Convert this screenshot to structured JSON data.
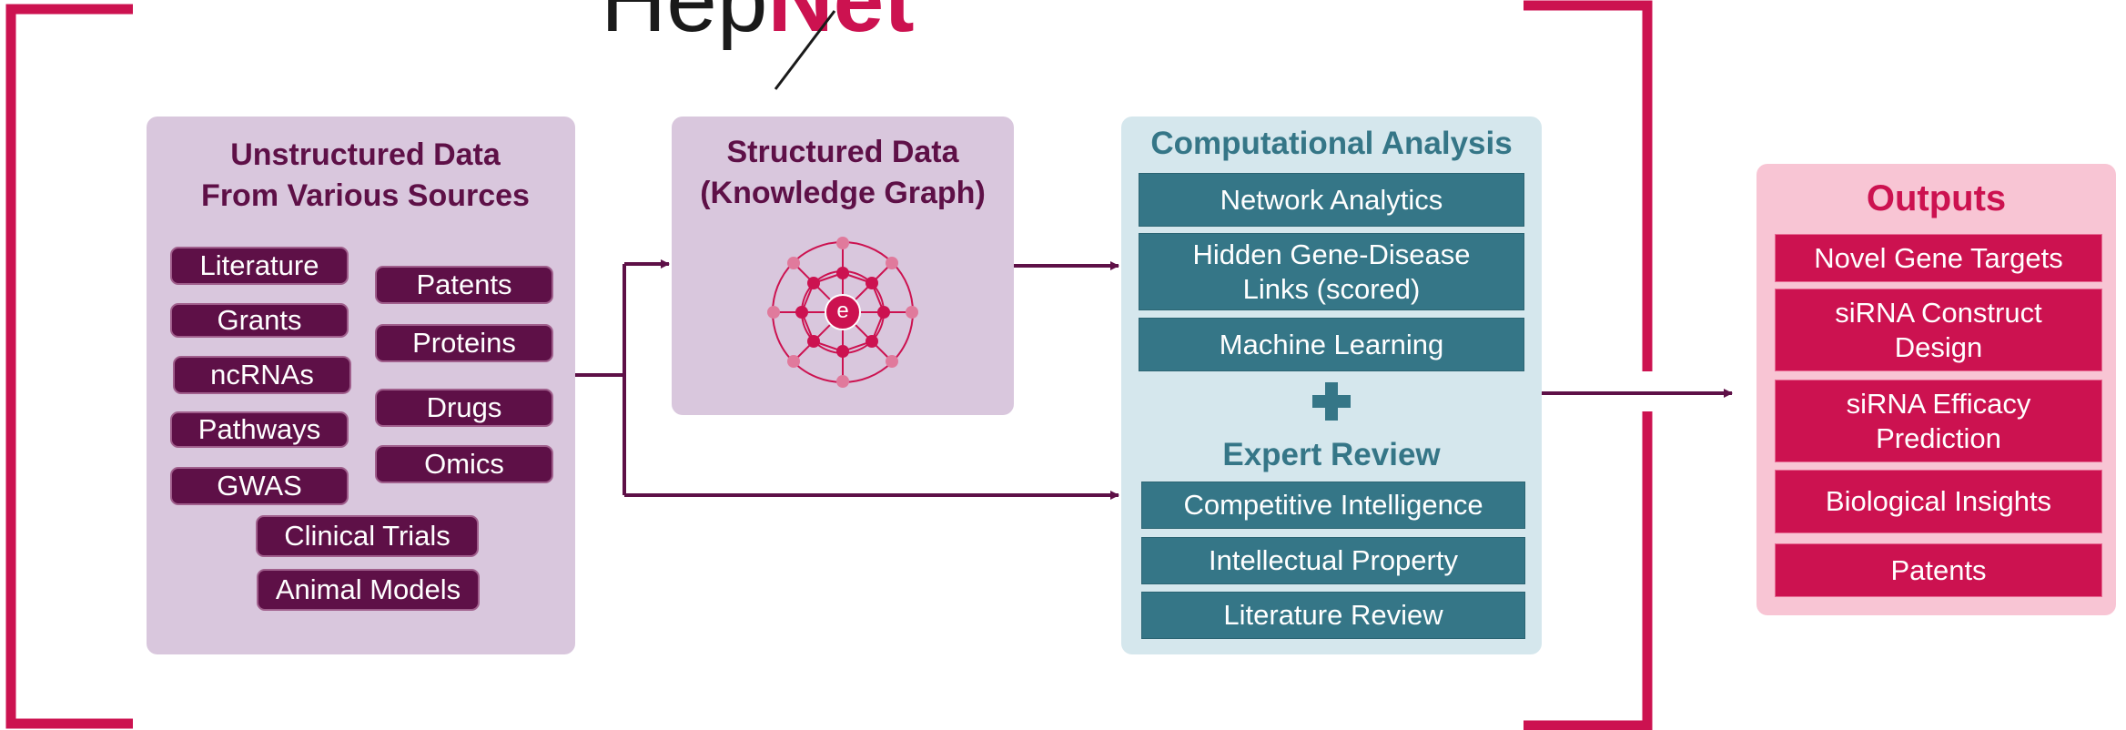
{
  "logo": {
    "part1": "Hep",
    "part2": "Net"
  },
  "unstructured": {
    "title_line1": "Unstructured Data",
    "title_line2": "From Various Sources",
    "items": [
      "Literature",
      "Patents",
      "Grants",
      "Proteins",
      "ncRNAs",
      "Drugs",
      "Pathways",
      "Omics",
      "GWAS",
      "Clinical Trials",
      "Animal Models"
    ]
  },
  "structured": {
    "title_line1": "Structured Data",
    "title_line2": "(Knowledge Graph)",
    "center_label": "e"
  },
  "analysis": {
    "title": "Computational Analysis",
    "items": [
      "Network Analytics",
      "Hidden Gene-Disease Links (scored)",
      "Machine Learning"
    ],
    "plus": "+",
    "expert_title": "Expert Review",
    "expert_items": [
      "Competitive Intelligence",
      "Intellectual Property",
      "Literature Review"
    ]
  },
  "outputs": {
    "title": "Outputs",
    "items": [
      "Novel Gene Targets",
      "siRNA Construct Design",
      "siRNA Efficacy Prediction",
      "Biological Insights",
      "Patents"
    ]
  },
  "colors": {
    "brand_dark": "#5e1047",
    "brand_pink": "#cc1250",
    "teal": "#357687",
    "lavender_bg": "#d9c7dd",
    "light_blue_bg": "#d5e7ed",
    "pink_bg": "#f8c5d4"
  }
}
